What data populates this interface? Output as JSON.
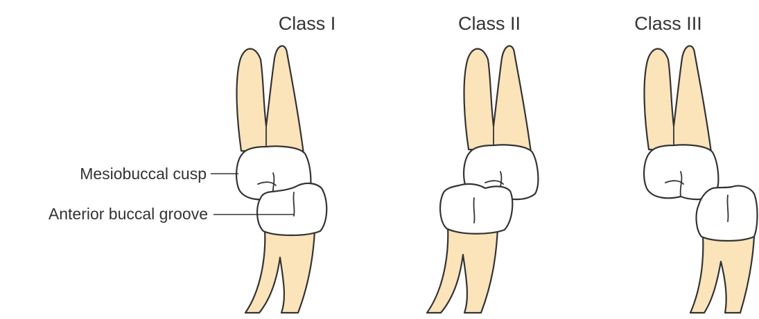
{
  "classes": [
    {
      "title": "Class I"
    },
    {
      "title": "Class II"
    },
    {
      "title": "Class III"
    }
  ],
  "labels": {
    "mesiobuccal_cusp": "Mesiobuccal cusp",
    "anterior_buccal_groove": "Anterior buccal groove"
  },
  "colors": {
    "root_fill": "#FBE3BA",
    "outline": "#333333",
    "crown_fill": "#ffffff"
  }
}
